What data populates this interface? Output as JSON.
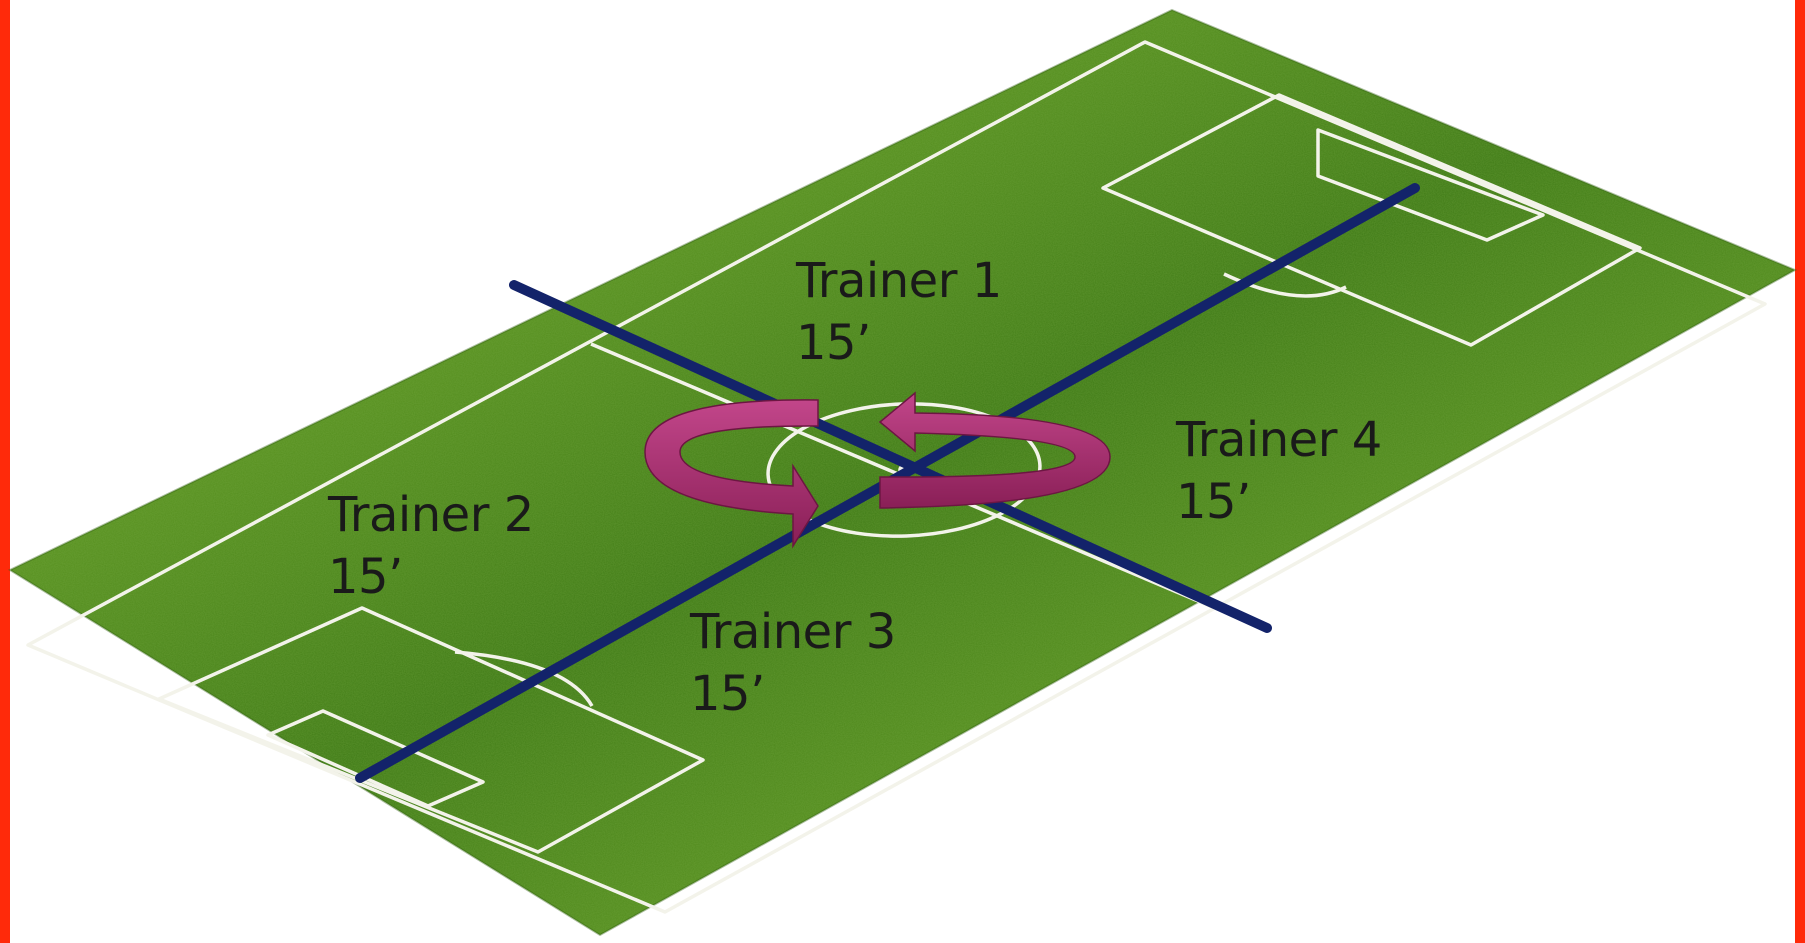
{
  "zones": [
    {
      "name": "Trainer 1",
      "duration": "15’"
    },
    {
      "name": "Trainer 2",
      "duration": "15’"
    },
    {
      "name": "Trainer 3",
      "duration": "15’"
    },
    {
      "name": "Trainer 4",
      "duration": "15’"
    }
  ],
  "colors": {
    "frame": "#ff2a0a",
    "grass_dark": "#3f7a16",
    "grass_light": "#7fb530",
    "field_lines": "#f3f3ea",
    "divider_lines": "#13236a",
    "rotation_arrows": "#a32c6b"
  },
  "icons": {
    "rotation": "rotation-arrows-icon"
  }
}
